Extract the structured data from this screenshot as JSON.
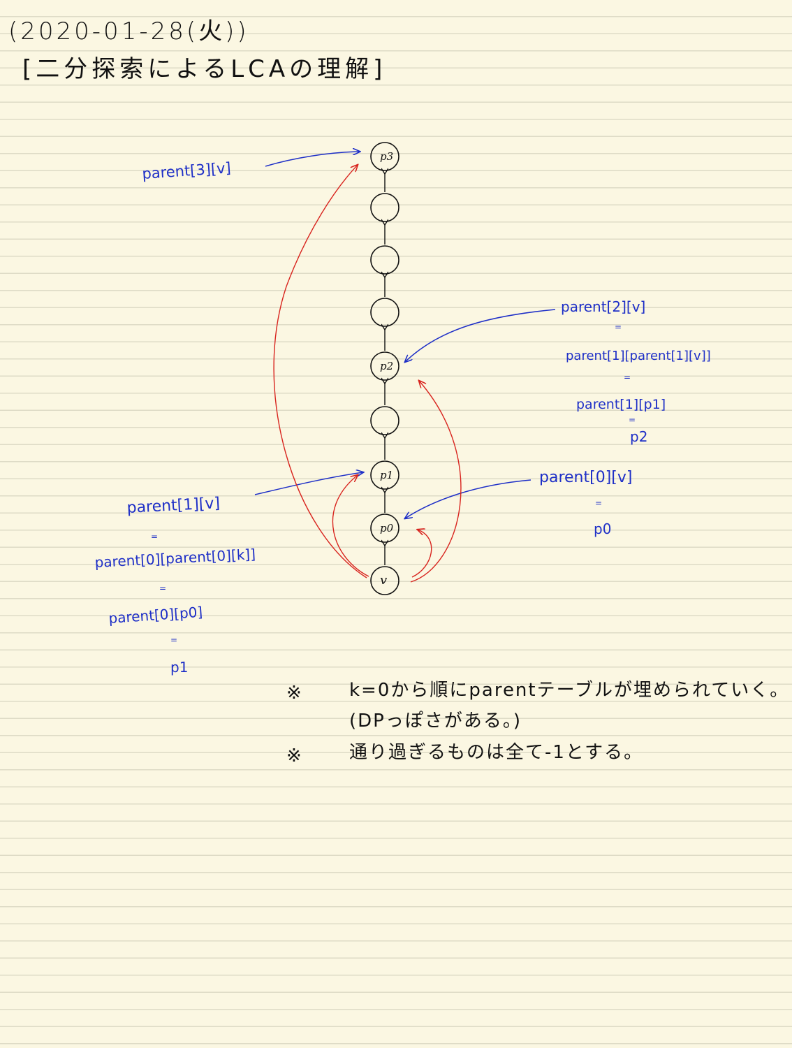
{
  "header": {
    "date": "(2020-01-28(火))",
    "title": "[二分探索によるLCAの理解]"
  },
  "diagram": {
    "nodes": [
      "p3",
      "",
      "",
      "",
      "p2",
      "",
      "p1",
      "p0",
      "v"
    ],
    "colors": {
      "ink": "#111111",
      "blue": "#1e2fc7",
      "red": "#d8241e"
    }
  },
  "annotations": {
    "parent3": "parent[3][v]",
    "parent2": "parent[2][v]",
    "parent2_eq": "=",
    "parent2_step1": "parent[1][parent[1][v]]",
    "parent2_eq2": "=",
    "parent2_step2": "parent[1][p1]",
    "parent2_eq3": "=",
    "parent2_result": "p2",
    "parent0": "parent[0][v]",
    "parent0_eq": "=",
    "parent0_result": "p0",
    "parent1": "parent[1][v]",
    "parent1_eq": "=",
    "parent1_step1": "parent[0][parent[0][k]]",
    "parent1_eq2": "=",
    "parent1_step2": "parent[0][p0]",
    "parent1_eq3": "=",
    "parent1_result": "p1"
  },
  "notes": {
    "mark1": "※",
    "line1": "k=0から順にparentテーブルが埋められていく。",
    "line2": "(DPっぽさがある。)",
    "mark2": "※",
    "line3": "通り過ぎるものは全て-1とする。"
  }
}
